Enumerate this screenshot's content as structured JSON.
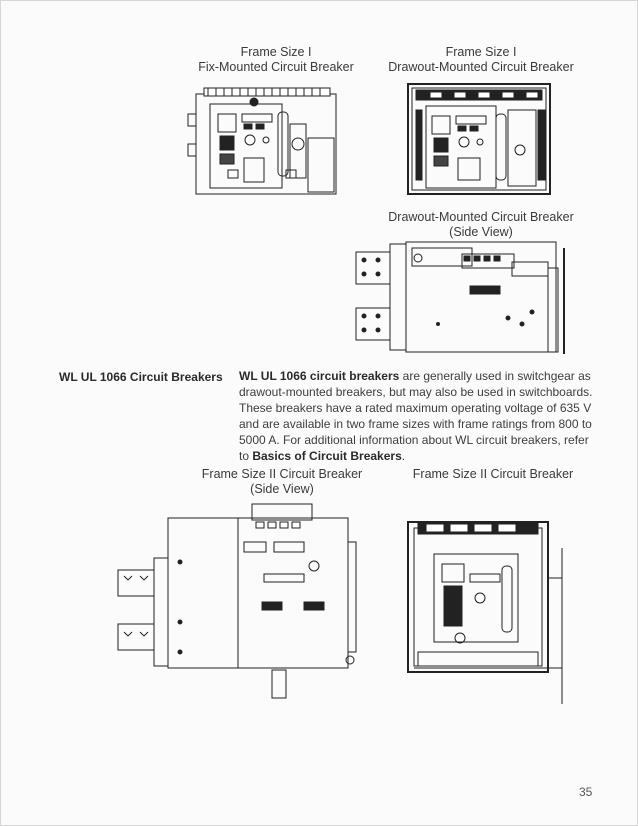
{
  "captions": {
    "fix_mounted": [
      "Frame Size I",
      "Fix-Mounted Circuit Breaker"
    ],
    "drawout_front": [
      "Frame Size I",
      "Drawout-Mounted Circuit Breaker"
    ],
    "drawout_side": [
      "Drawout-Mounted Circuit Breaker",
      "(Side View)"
    ],
    "frame2_side": [
      "Frame Size II Circuit Breaker",
      "(Side View)"
    ],
    "frame2_front": [
      "Frame Size II Circuit Breaker"
    ]
  },
  "section": {
    "heading": "WL UL 1066 Circuit Breakers",
    "lead_bold": "WL UL 1066 circuit breakers",
    "text_1": " are generally used in switchgear as drawout-mounted breakers, but may also be used in switchboards. These breakers have a rated maximum operating voltage of 635 V and are available in two frame sizes with frame ratings from 800 to 5000 A. For additional information about WL circuit breakers, refer to ",
    "link_bold": "Basics of Circuit Breakers",
    "text_2": "."
  },
  "page_number": "35"
}
